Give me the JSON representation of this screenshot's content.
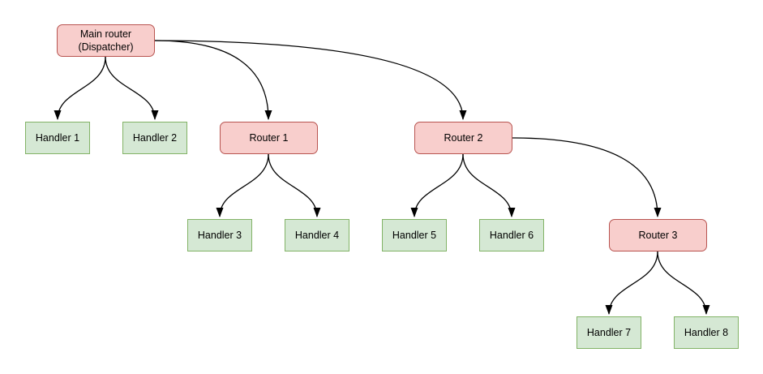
{
  "diagram": {
    "type": "flowchart-tree",
    "background_color": "#ffffff",
    "colors": {
      "router_fill": "#f8cecc",
      "router_border": "#b85450",
      "handler_fill": "#d5e8d4",
      "handler_border": "#82b366",
      "edge": "#000000",
      "text": "#000000"
    },
    "nodes": [
      {
        "id": "main-router",
        "label": "Main router\n(Dispatcher)",
        "type": "router"
      },
      {
        "id": "handler-1",
        "label": "Handler 1",
        "type": "handler"
      },
      {
        "id": "handler-2",
        "label": "Handler 2",
        "type": "handler"
      },
      {
        "id": "router-1",
        "label": "Router 1",
        "type": "router"
      },
      {
        "id": "router-2",
        "label": "Router 2",
        "type": "router"
      },
      {
        "id": "handler-3",
        "label": "Handler 3",
        "type": "handler"
      },
      {
        "id": "handler-4",
        "label": "Handler 4",
        "type": "handler"
      },
      {
        "id": "handler-5",
        "label": "Handler 5",
        "type": "handler"
      },
      {
        "id": "handler-6",
        "label": "Handler 6",
        "type": "handler"
      },
      {
        "id": "router-3",
        "label": "Router 3",
        "type": "router"
      },
      {
        "id": "handler-7",
        "label": "Handler 7",
        "type": "handler"
      },
      {
        "id": "handler-8",
        "label": "Handler 8",
        "type": "handler"
      }
    ],
    "edges": [
      {
        "from": "main-router",
        "to": "handler-1"
      },
      {
        "from": "main-router",
        "to": "handler-2"
      },
      {
        "from": "main-router",
        "to": "router-1"
      },
      {
        "from": "main-router",
        "to": "router-2"
      },
      {
        "from": "router-1",
        "to": "handler-3"
      },
      {
        "from": "router-1",
        "to": "handler-4"
      },
      {
        "from": "router-2",
        "to": "handler-5"
      },
      {
        "from": "router-2",
        "to": "handler-6"
      },
      {
        "from": "router-2",
        "to": "router-3"
      },
      {
        "from": "router-3",
        "to": "handler-7"
      },
      {
        "from": "router-3",
        "to": "handler-8"
      }
    ]
  }
}
